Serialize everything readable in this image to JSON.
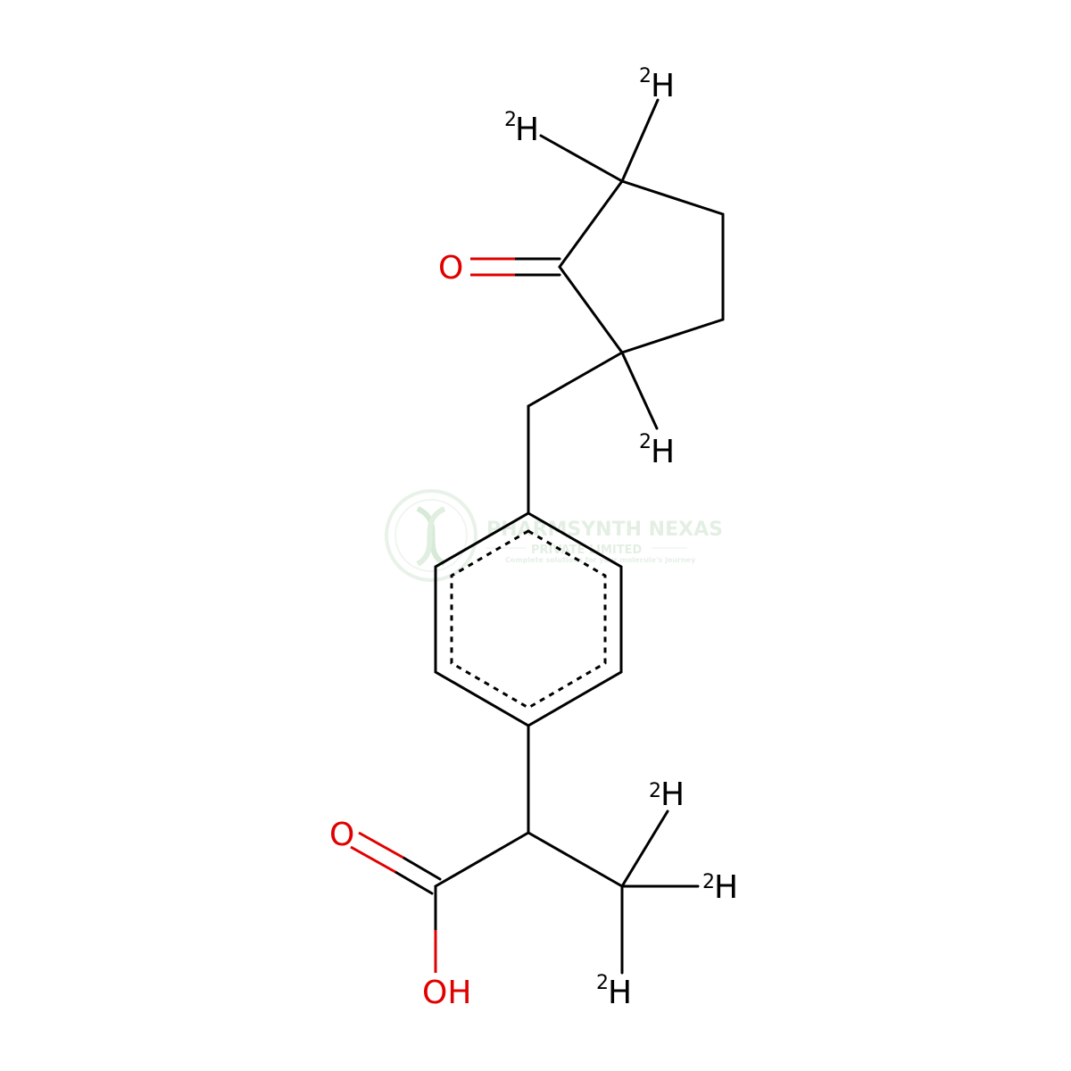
{
  "watermark": {
    "company": "PHARMSYNTH NEXAS",
    "company_sub": "PRIVATE LIMITED",
    "tagline": "Complete solutions for your molecule's journey"
  },
  "atoms": {
    "ketone_oxygen": "O",
    "acid_carbonyl_oxygen": "O",
    "acid_hydroxyl": "OH",
    "deuterium_symbol": "H",
    "deuterium_mass": "2"
  },
  "colors": {
    "bond": "#000000",
    "heteroatom_oxygen": "#e00000",
    "watermark": "#cfe3cf"
  }
}
